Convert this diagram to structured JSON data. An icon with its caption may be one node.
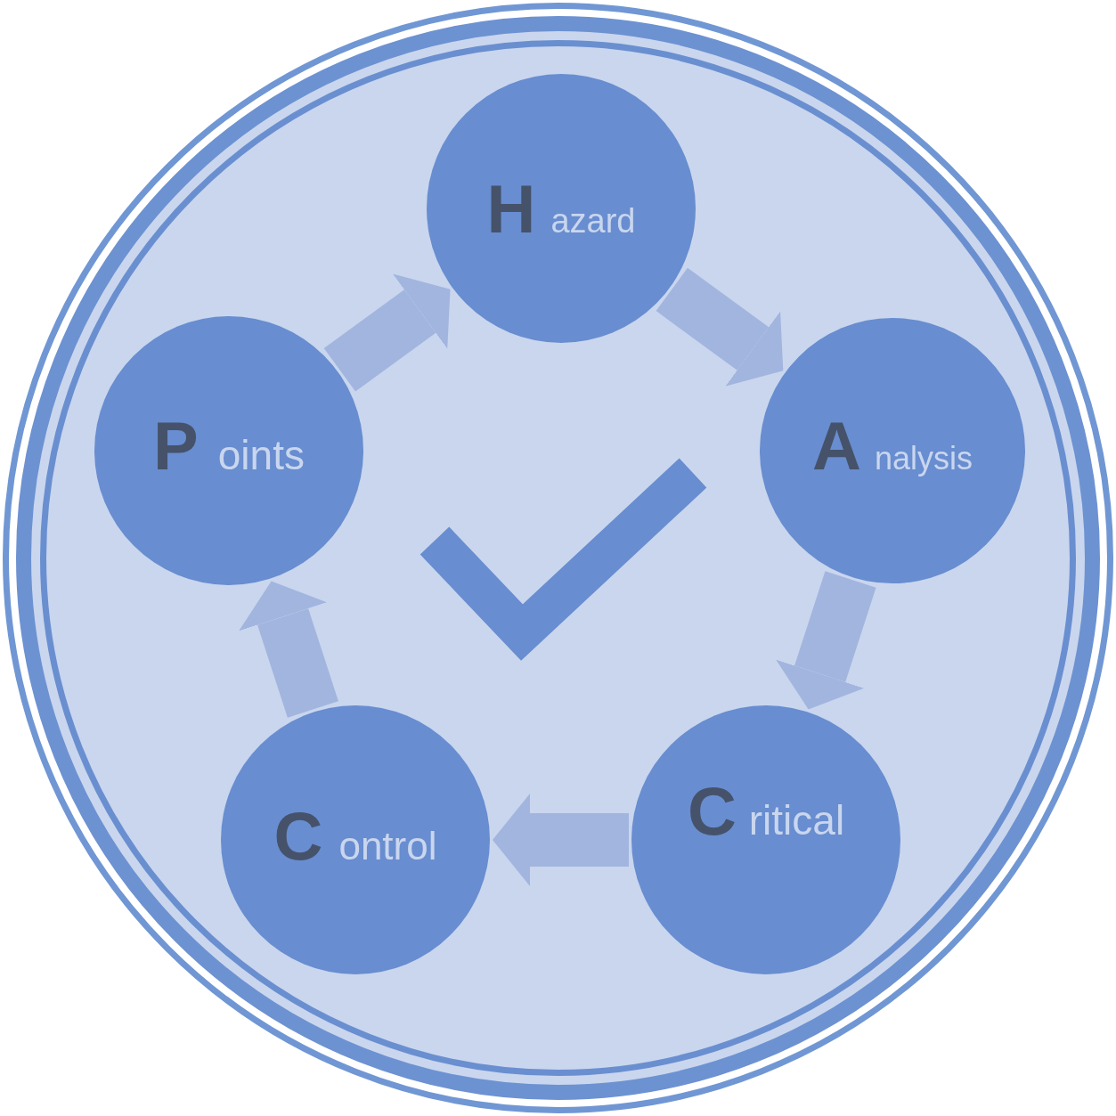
{
  "diagram": {
    "nodes": [
      {
        "text": [
          "H",
          "azard"
        ]
      },
      {
        "text": [
          "A",
          "nalysis"
        ]
      },
      {
        "text": [
          "C",
          "ritical"
        ]
      },
      {
        "text": [
          "C",
          "ontrol"
        ]
      },
      {
        "text": [
          "P",
          "oints"
        ]
      }
    ],
    "edges": [
      {
        "from": 0,
        "to": 1,
        "arrow": "to"
      },
      {
        "from": 1,
        "to": 2,
        "arrow": "to"
      },
      {
        "from": 2,
        "to": 3,
        "arrow": "to"
      },
      {
        "from": 3,
        "to": 4,
        "arrow": "to"
      },
      {
        "from": 4,
        "to": 0,
        "arrow": "to"
      }
    ]
  }
}
